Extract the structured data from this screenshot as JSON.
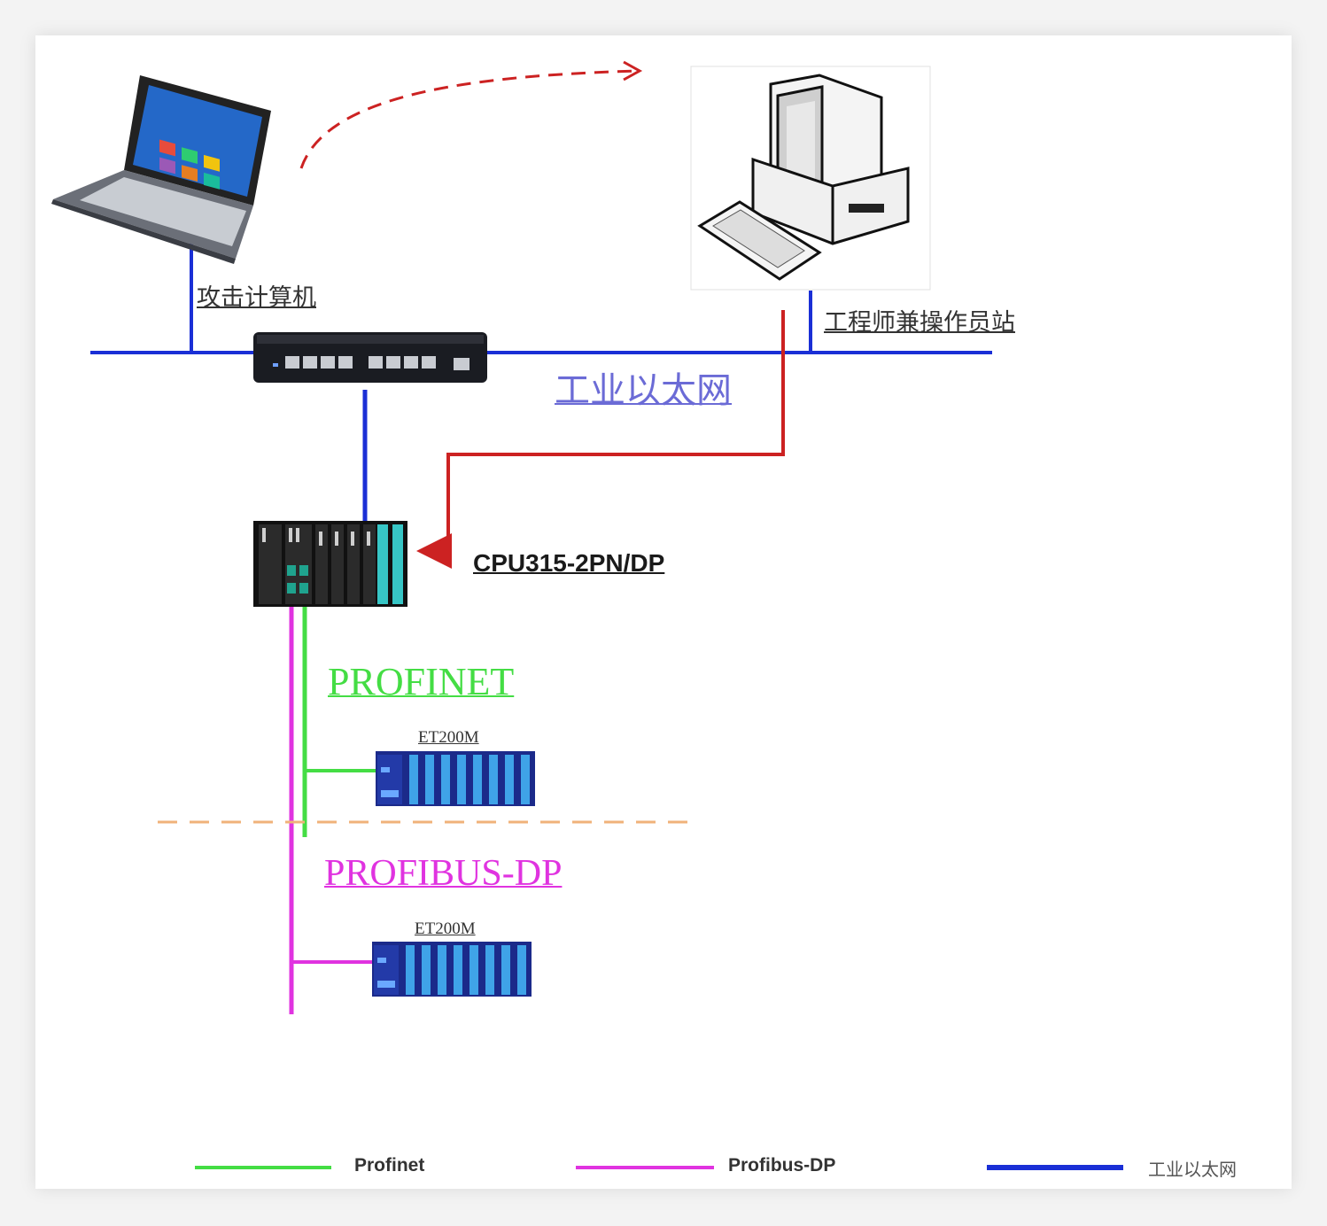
{
  "labels": {
    "attacker": "攻击计算机",
    "engineer_station": "工程师兼操作员站",
    "industrial_ethernet": "工业以太网",
    "cpu": "CPU315-2PN/DP",
    "profinet": "PROFINET",
    "profibus": "PROFIBUS-DP",
    "et200m_1": "ET200M",
    "et200m_2": "ET200M"
  },
  "legend": [
    {
      "label": "Profinet",
      "color": "#44dd44"
    },
    {
      "label": "Profibus-DP",
      "color": "#e033e0"
    },
    {
      "label": "工业以太网",
      "color": "#1a2fd6"
    }
  ],
  "colors": {
    "ethernet": "#1a2fd6",
    "profinet": "#44dd44",
    "profibus": "#e033e0",
    "attack_path": "#cc2222",
    "zone_divider": "#f0b27a"
  },
  "icons": [
    "laptop-icon",
    "desktop-computer-icon",
    "network-switch-icon",
    "plc-rack-icon",
    "io-module-rack-icon"
  ]
}
